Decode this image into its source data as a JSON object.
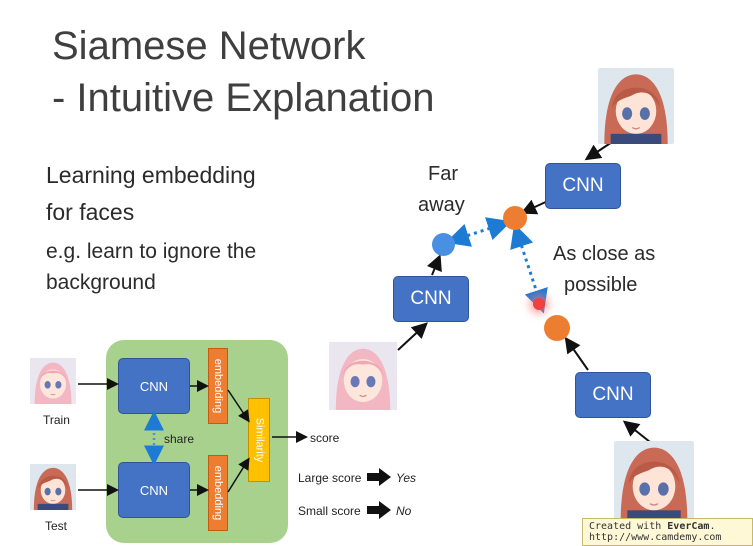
{
  "title": {
    "line1": "Siamese Network",
    "line2": "- Intuitive Explanation"
  },
  "text": {
    "learning_line1": "Learning embedding",
    "learning_line2": "for faces",
    "eg_line1": "e.g. learn to ignore the",
    "eg_line2": "background"
  },
  "diagram": {
    "cnn_label": "CNN",
    "embedding_label": "embedding",
    "similarity_label": "Similarity",
    "share_label": "share",
    "score_label": "score",
    "train_label": "Train",
    "test_label": "Test",
    "large_score_label": "Large score",
    "large_score_result": "Yes",
    "small_score_label": "Small score",
    "small_score_result": "No"
  },
  "right": {
    "cnn_label": "CNN",
    "far_line1": "Far",
    "far_line2": "away",
    "close_line1": "As close as",
    "close_line2": "possible"
  },
  "watermark": {
    "line1_prefix": "Created with ",
    "line1_brand": "EverCam",
    "line1_suffix": ".",
    "line2": "http://www.camdemy.com"
  },
  "colors": {
    "cnn": "#4472c4",
    "embedding": "#ed7d31",
    "similarity": "#ffc000",
    "green_panel": "#a9d18e",
    "dot_blue": "#4a90e2",
    "dot_orange": "#ed7d31",
    "arrow_dotted": "#1e7bd4"
  }
}
